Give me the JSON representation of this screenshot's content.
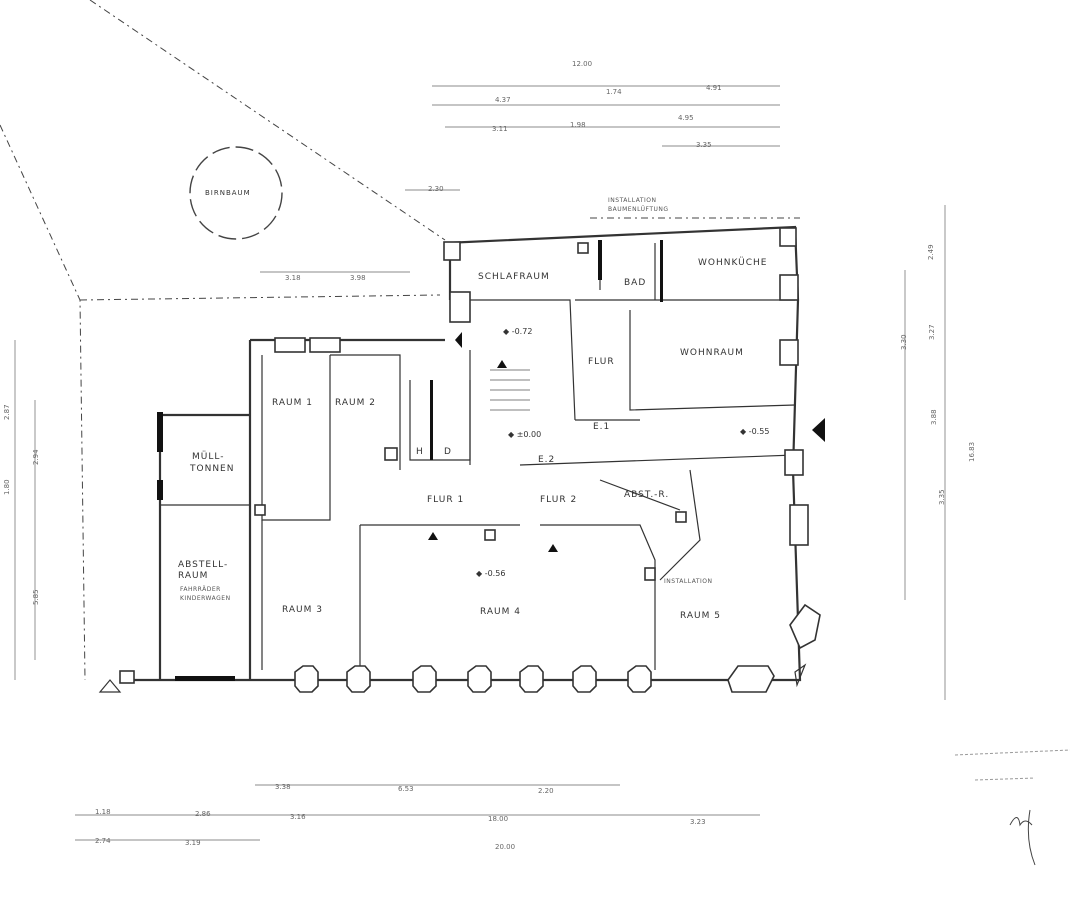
{
  "rooms": {
    "birnbaum": "BIRNBAUM",
    "installation_top": "INSTALLATION",
    "baumentlueftung": "BAUMENLÜFTUNG",
    "schlafraum": "SCHLAFRAUM",
    "bad": "BAD",
    "wohnkueche": "WOHNKÜCHE",
    "wohnraum": "WOHNRAUM",
    "flur": "FLUR",
    "raum1": "RAUM 1",
    "raum2": "RAUM 2",
    "muell_line1": "MÜLL-",
    "muell_line2": "TONNEN",
    "h": "H",
    "d": "D",
    "e1": "E.1",
    "e2": "E.2",
    "flur1": "FLUR 1",
    "flur2": "FLUR 2",
    "abstr": "ABST.-R.",
    "abstell_line1": "ABSTELL-",
    "abstell_line2": "RAUM",
    "fahrraeder": "FAHRRÄDER",
    "kinderwagen": "KINDERWAGEN",
    "raum3": "RAUM 3",
    "raum4": "RAUM 4",
    "raum5": "RAUM 5",
    "installation_mid": "INSTALLATION"
  },
  "levels": {
    "l1": "-0.72",
    "l2": "±0.00",
    "l3": "-0.55",
    "l4": "-0.56"
  },
  "dimensions": {
    "top_total": "12.00",
    "top_a1": "4.37",
    "top_a2": "1.74",
    "top_a3": "4.91",
    "top_b1": "3.11",
    "top_b2": "1.98",
    "top_b3": "4.95",
    "top_c1": "3.35",
    "mid_230": "2.30",
    "mid_318": "3.18",
    "mid_398": "3.98",
    "bot_338": "3.38",
    "bot_653": "6.53",
    "bot_220": "2.20",
    "bot_118": "1.18",
    "bot_286": "2.86",
    "bot_316": "3.16",
    "bot_1800": "18.00",
    "bot_323": "3.23",
    "bot_274": "2.74",
    "bot_319": "3.19",
    "bot_2000": "20.00",
    "right_1683": "16.83",
    "right_249": "2.49",
    "right_330": "3.30",
    "right_327": "3.27",
    "right_388": "3.88",
    "right_335": "3.35",
    "left_287": "2.87",
    "left_294": "2.94",
    "left_180": "1.80",
    "left_585": "5.85"
  }
}
